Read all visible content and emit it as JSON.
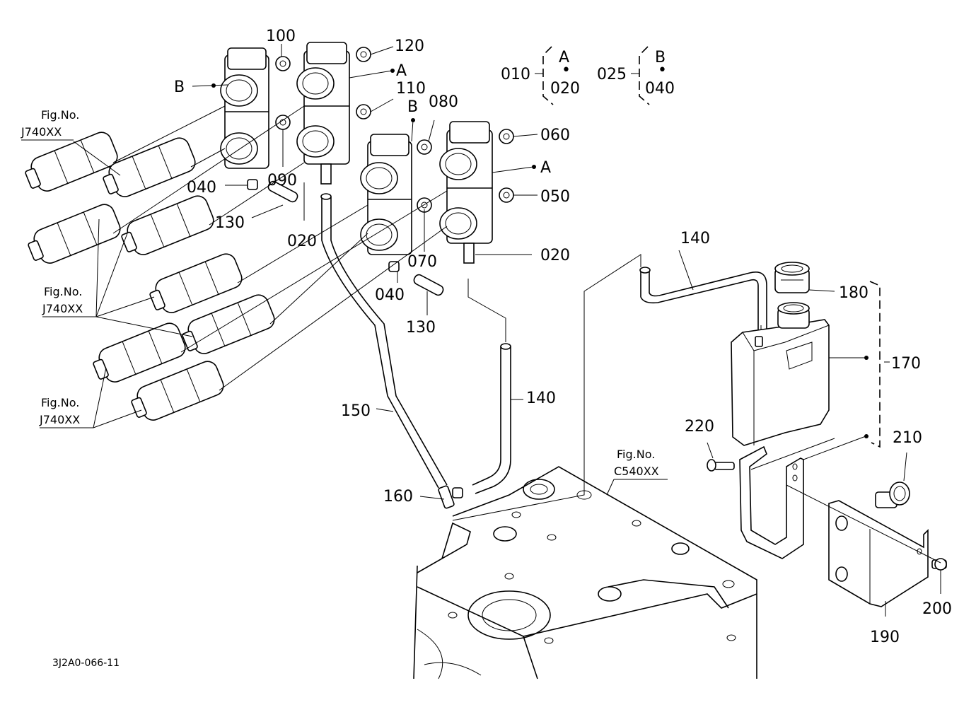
{
  "drawing_code": "3J2A0-066-11",
  "figure_refs": {
    "fig_no": "Fig.No.",
    "j740": "J740XX",
    "c540": "C540XX"
  },
  "groups": {
    "g1": {
      "code": "010",
      "letter": "A",
      "range_end": "020",
      "dot": "•"
    },
    "g2": {
      "code": "025",
      "letter": "B",
      "range_end": "040",
      "dot": "•"
    }
  },
  "callouts": {
    "p020": "020",
    "p040": "040",
    "p050": "050",
    "p060": "060",
    "p070": "070",
    "p080": "080",
    "p090": "090",
    "p100": "100",
    "p110": "110",
    "p120": "120",
    "p130": "130",
    "p140": "140",
    "p150": "150",
    "p160": "160",
    "p170": "170",
    "p180": "180",
    "p190": "190",
    "p200": "200",
    "p210": "210",
    "p220": "220",
    "a": "A",
    "b": "B"
  }
}
